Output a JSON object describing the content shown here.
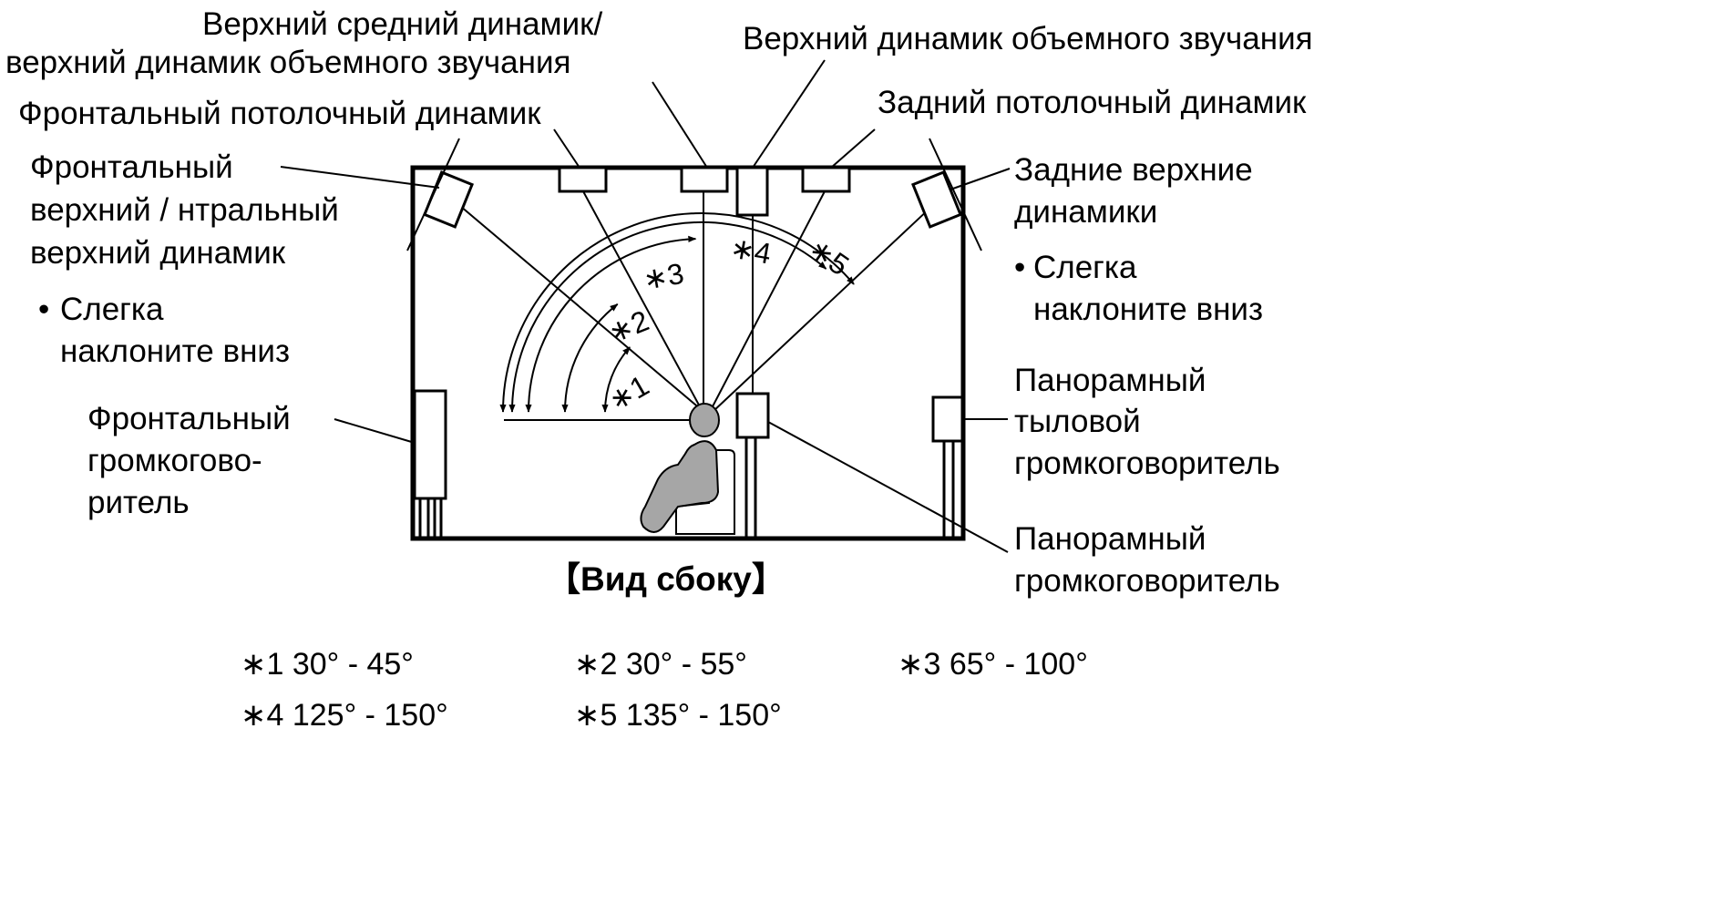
{
  "diagram": {
    "labels": {
      "top_middle_1": "Верхний средний динамик/",
      "top_middle_2": "верхний динамик объемного звучания",
      "top_surround": "Верхний динамик объемного звучания",
      "front_ceiling": "Фронтальный потолочный динамик",
      "rear_ceiling": "Задний потолочный динамик",
      "front_height_1": "Фронтальный",
      "front_height_2": "верхний / нтральный",
      "front_height_3": "верхний динамик",
      "front_tilt_1": "Слегка",
      "front_tilt_2": "наклоните вниз",
      "rear_height_1": "Задние верхние",
      "rear_height_2": "динамики",
      "rear_tilt_1": "Слегка",
      "rear_tilt_2": "наклоните вниз",
      "front_speaker_1": "Фронтальный",
      "front_speaker_2": "громкогово-",
      "front_speaker_3": "ритель",
      "surround_back_1": "Панорамный",
      "surround_back_2": "тыловой",
      "surround_back_3": "громкоговоритель",
      "surround_1": "Панорамный",
      "surround_2": "громкоговоритель"
    },
    "bullet": "•",
    "view_title": "【Вид сбоку】",
    "arc_markers": [
      {
        "id": "1",
        "label": "∗1"
      },
      {
        "id": "2",
        "label": "∗2"
      },
      {
        "id": "3",
        "label": "∗3"
      },
      {
        "id": "4",
        "label": "∗4"
      },
      {
        "id": "5",
        "label": "∗5"
      }
    ],
    "legend": [
      {
        "id": "1",
        "text": "∗1 30° - 45°"
      },
      {
        "id": "2",
        "text": "∗2 30° - 55°"
      },
      {
        "id": "3",
        "text": "∗3 65° - 100°"
      },
      {
        "id": "4",
        "text": "∗4 125° - 150°"
      },
      {
        "id": "5",
        "text": "∗5 135° - 150°"
      }
    ],
    "colors": {
      "line": "#000000",
      "person_fill": "#a6a6a6",
      "background": "#ffffff"
    }
  }
}
